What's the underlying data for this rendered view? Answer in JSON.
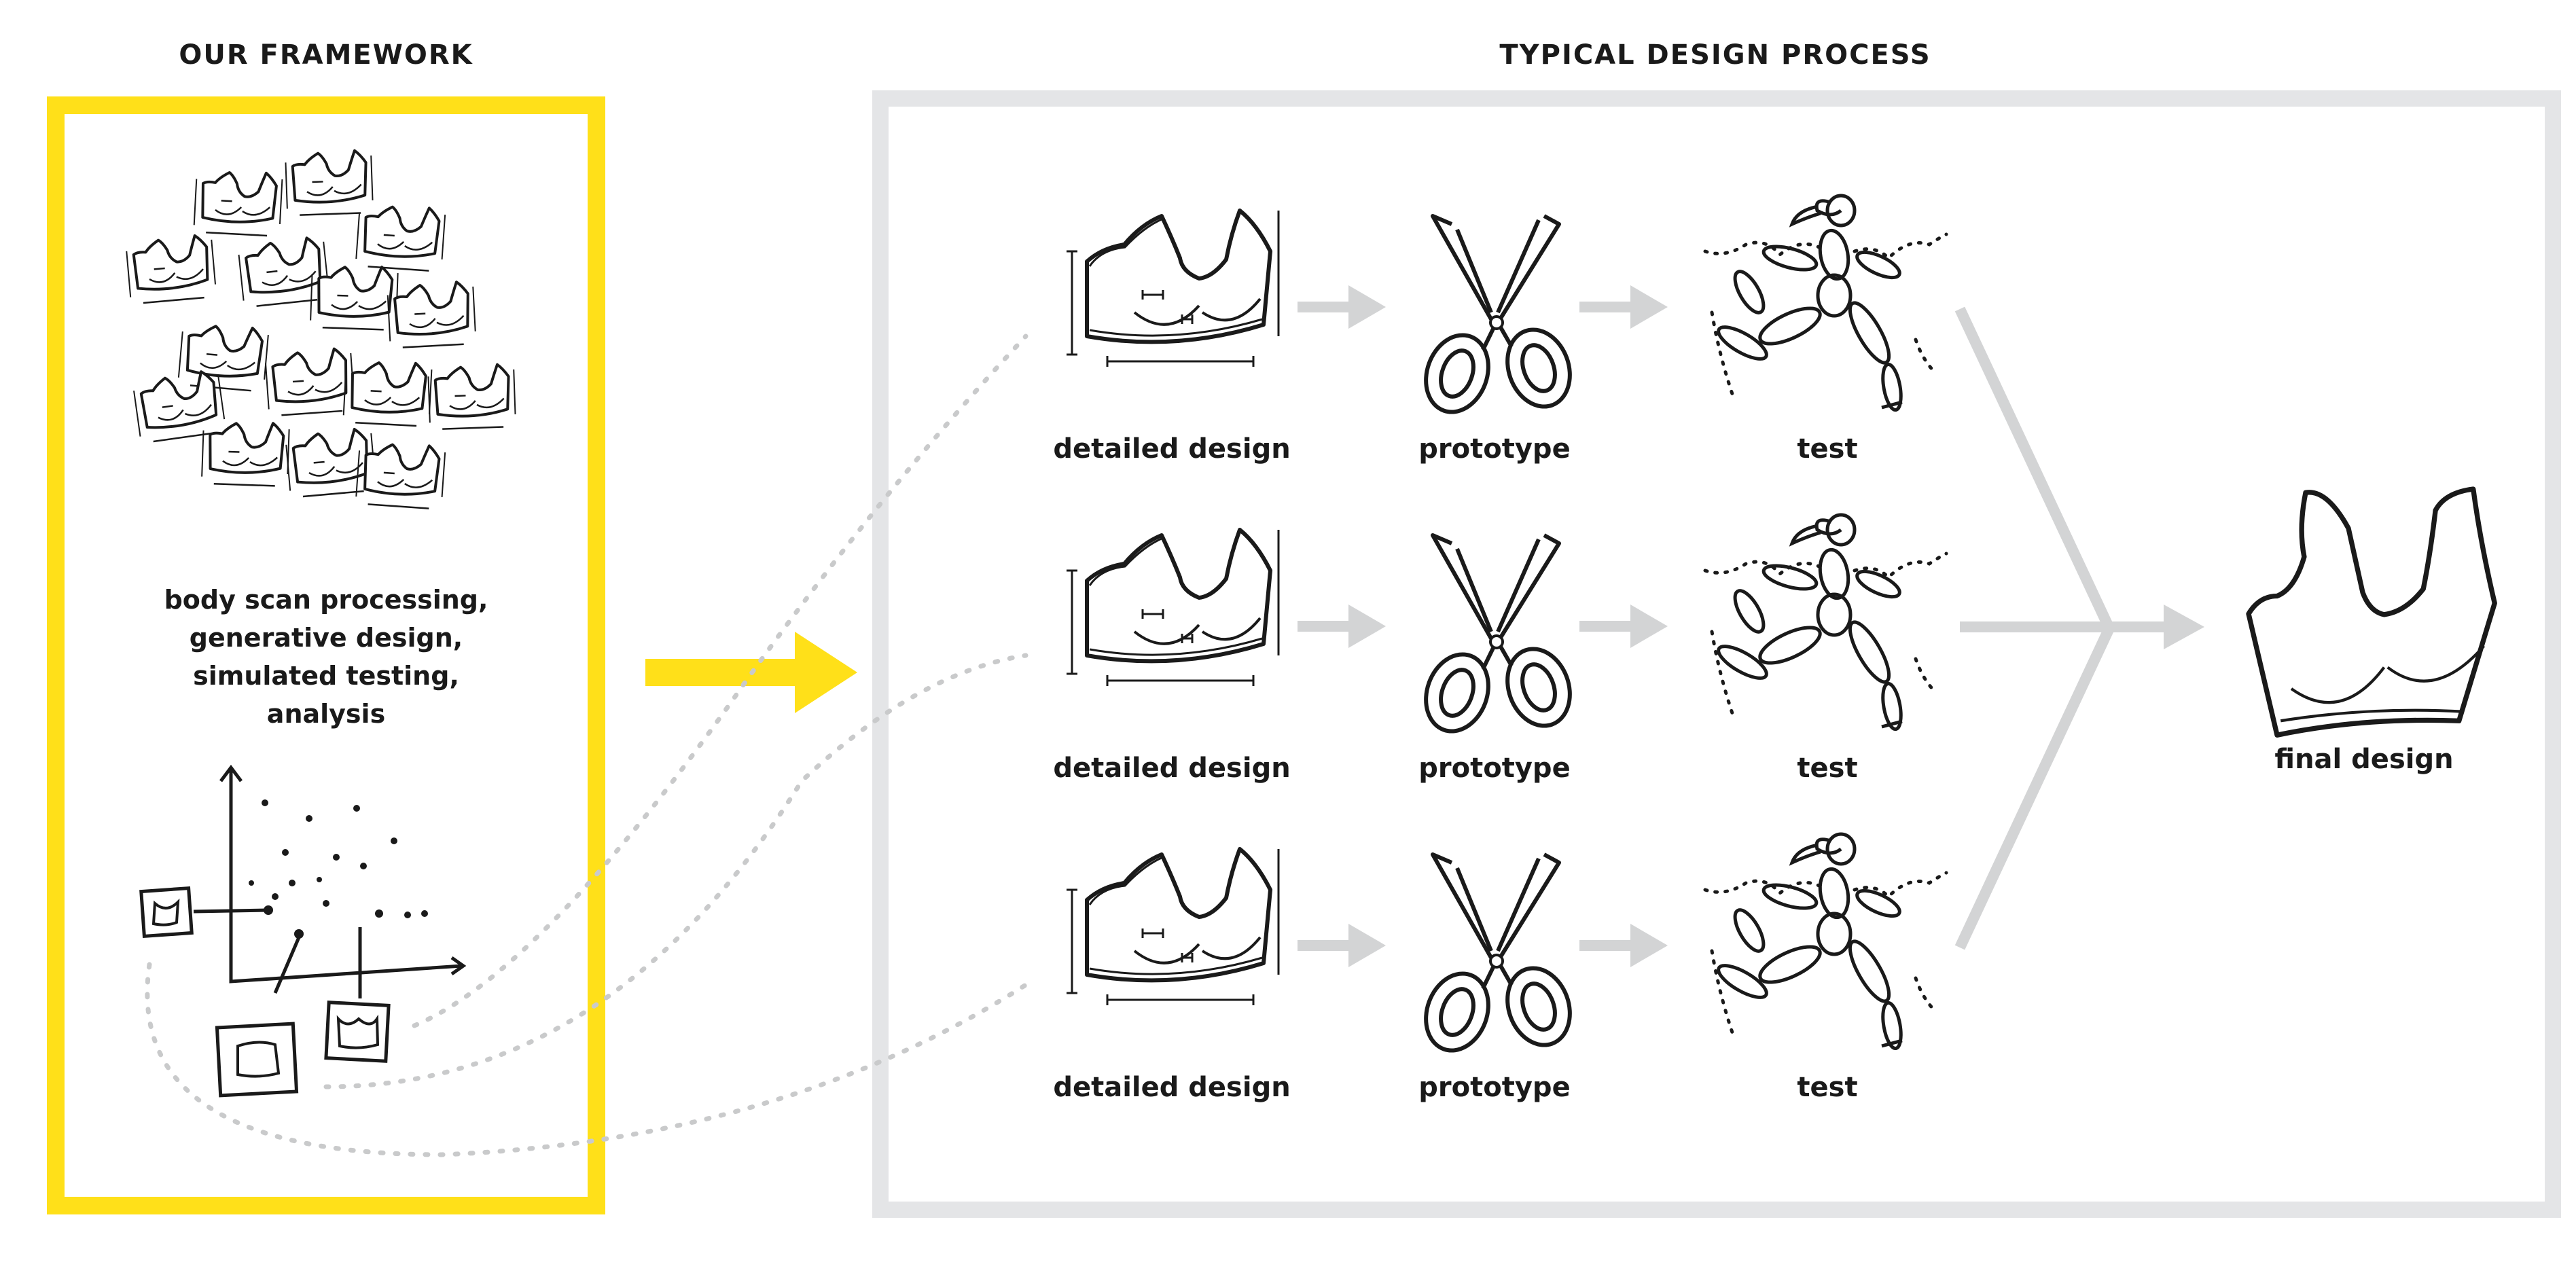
{
  "colors": {
    "framework_border": "#FFE019",
    "process_border": "#E4E5E7",
    "arrow_gray": "#D3D4D5",
    "dotted_gray": "#C9CACB",
    "ink": "#1a1a1a"
  },
  "framework": {
    "title": "OUR FRAMEWORK",
    "description_lines": [
      "body scan processing,",
      "generative design,",
      "simulated testing,",
      "analysis"
    ]
  },
  "process": {
    "title": "TYPICAL DESIGN PROCESS",
    "rows": [
      {
        "design_label": "detailed design",
        "prototype_label": "prototype",
        "test_label": "test"
      },
      {
        "design_label": "detailed design",
        "prototype_label": "prototype",
        "test_label": "test"
      },
      {
        "design_label": "detailed design",
        "prototype_label": "prototype",
        "test_label": "test"
      }
    ],
    "final_label": "final design"
  },
  "icons": [
    "bra-sketch-icon",
    "scissors-icon",
    "runner-icon",
    "scatter-plot-icon",
    "sample-swatch-icon"
  ]
}
